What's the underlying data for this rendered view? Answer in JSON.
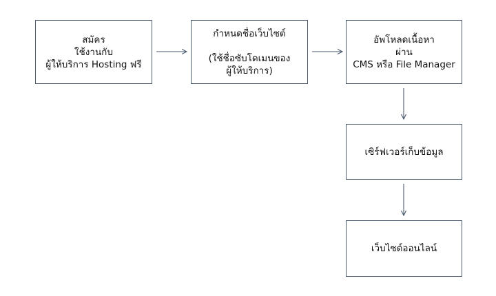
{
  "diagram": {
    "nodes": [
      {
        "id": "signup",
        "label": "สมัคร\nใช้งานกับ\nผู้ให้บริการ Hosting ฟรี"
      },
      {
        "id": "domain",
        "label": "กำหนดชื่อเว็บไซต์\n\n(ใช้ชื่อซับโดเมนของ\nผู้ให้บริการ)"
      },
      {
        "id": "upload",
        "label": "อัพโหลดเนื้อหา\nผ่าน\nCMS หรือ File Manager"
      },
      {
        "id": "server",
        "label": "เซิร์ฟเวอร์เก็บข้อมูล"
      },
      {
        "id": "online",
        "label": "เว็บไซต์ออนไลน์"
      }
    ],
    "edges": [
      {
        "from": "signup",
        "to": "domain"
      },
      {
        "from": "domain",
        "to": "upload"
      },
      {
        "from": "upload",
        "to": "server"
      },
      {
        "from": "server",
        "to": "online"
      }
    ],
    "colors": {
      "border": "#4a5a6e",
      "arrow": "#4a5a6e",
      "background": "#ffffff",
      "text": "#111111"
    }
  }
}
